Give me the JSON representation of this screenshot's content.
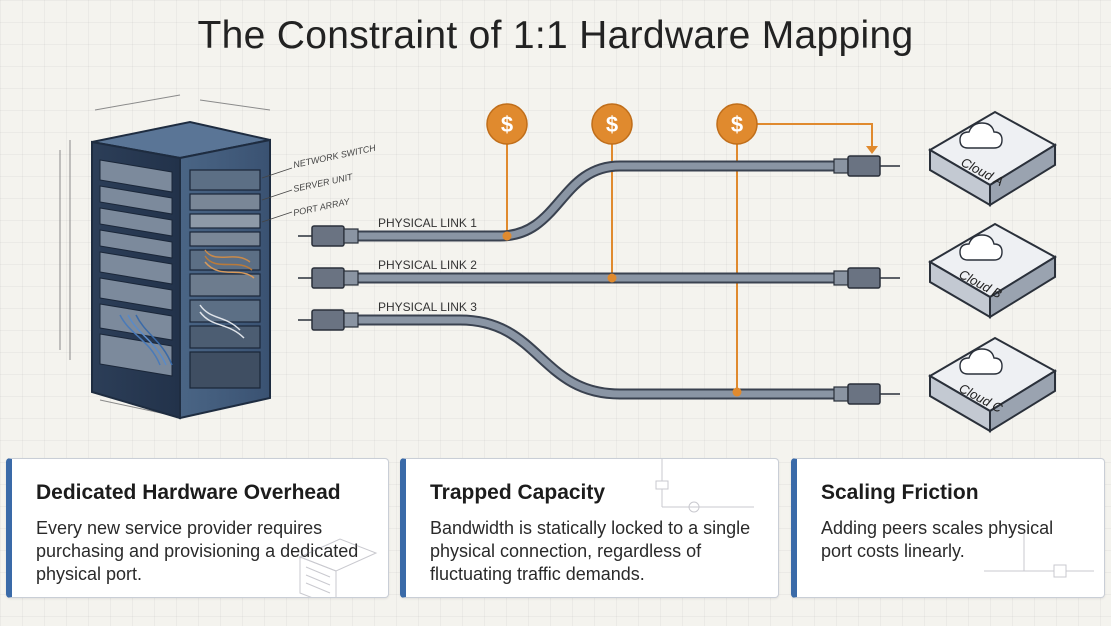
{
  "title": "The Constraint of 1:1 Hardware Mapping",
  "rack": {
    "annotations": [
      "NETWORK SWITCH",
      "SERVER UNIT",
      "PORT ARRAY"
    ]
  },
  "links": [
    {
      "label": "PHYSICAL LINK 1"
    },
    {
      "label": "PHYSICAL LINK 2"
    },
    {
      "label": "PHYSICAL LINK 3"
    }
  ],
  "cost_marker": "$",
  "clouds": [
    {
      "label": "Cloud A"
    },
    {
      "label": "Cloud B"
    },
    {
      "label": "Cloud C"
    }
  ],
  "cards": [
    {
      "title": "Dedicated Hardware Overhead",
      "body": "Every new service provider requires purchasing and provisioning a dedicated physical port."
    },
    {
      "title": "Trapped Capacity",
      "body": "Bandwidth is statically locked to a single physical connection, regardless of fluctuating traffic demands."
    },
    {
      "title": "Scaling Friction",
      "body": "Adding peers scales physical port costs linearly."
    }
  ],
  "colors": {
    "accent": "#3a6aa8",
    "cost": "#e08a2e",
    "cable": "#6b7584",
    "rack": "#3d5676"
  }
}
